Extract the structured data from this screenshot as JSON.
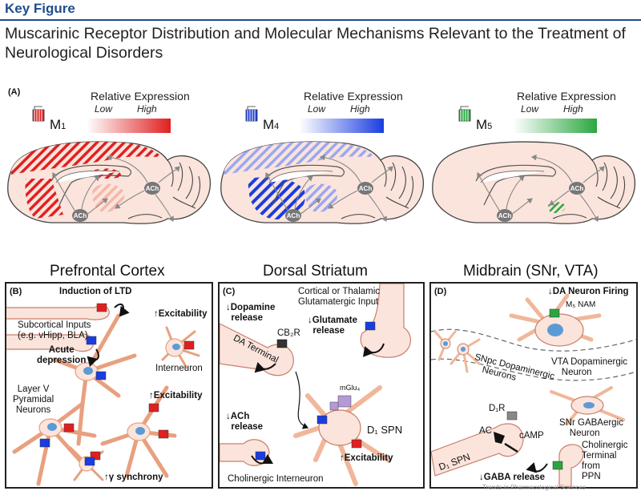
{
  "header": {
    "label": "Key Figure",
    "title": "Muscarinic Receptor Distribution and Molecular Mechanisms Relevant to the Treatment of Neurological Disorders"
  },
  "panel_a": {
    "label": "(A)",
    "panels": [
      {
        "receptor_main": "M",
        "receptor_sub": "1",
        "color": "#e02020",
        "expression_title": "Relative Expression",
        "low": "Low",
        "high": "High",
        "ach": "ACh"
      },
      {
        "receptor_main": "M",
        "receptor_sub": "4",
        "color": "#1a3de0",
        "expression_title": "Relative Expression",
        "low": "Low",
        "high": "High",
        "ach": "ACh"
      },
      {
        "receptor_main": "M",
        "receptor_sub": "5",
        "color": "#2aa640",
        "expression_title": "Relative Expression",
        "low": "Low",
        "high": "High",
        "ach": "ACh"
      }
    ]
  },
  "sections": {
    "prefrontal": "Prefrontal Cortex",
    "striatum": "Dorsal Striatum",
    "midbrain": "Midbrain (SNr, VTA)"
  },
  "panel_b": {
    "label": "(B)",
    "induction_ltd": "Induction of LTD",
    "subcortical_line1": "Subcortical Inputs",
    "subcortical_line2": "(e.g. vHipp, BLA)",
    "acute_line1": "Acute",
    "acute_line2": "depression",
    "excitability_top": "Excitability",
    "interneuron": "Interneuron",
    "layer_line1": "Layer V",
    "layer_line2": "Pyramidal",
    "layer_line3": "Neurons",
    "excitability_mid": "Excitability",
    "synchrony": "synchrony"
  },
  "panel_c": {
    "label": "(C)",
    "input_line1": "Cortical or Thalamic",
    "input_line2": "Glutamatergic Input",
    "dopamine_line1": "Dopamine",
    "dopamine_line2": "release",
    "cb2r": "CB₂R",
    "glutamate_line1": "Glutamate",
    "glutamate_line2": "release",
    "da_terminal": "DA Terminal",
    "mglu": "mGlu₄",
    "ach_line1": "ACh",
    "ach_line2": "release",
    "d1spn": "D₁ SPN",
    "excitability": "Excitability",
    "cholinergic": "Cholinergic Interneuron"
  },
  "panel_d": {
    "label": "(D)",
    "da_firing": "DA Neuron Firing",
    "m5nam": "M₅ NAM",
    "snpc_line1": "SNpc Dopaminergic",
    "snpc_line2": "Neurons",
    "vta_line1": "VTA Dopaminergic",
    "vta_line2": "Neuron",
    "snr_line1": "SNr GABAergic",
    "snr_line2": "Neuron",
    "d1r": "D₁R",
    "ac": "AC",
    "camp": "cAMP",
    "d1spn": "D₁ SPN",
    "chol_line1": "Cholinergic",
    "chol_line2": "Terminal from",
    "chol_line3": "PPN",
    "gaba": "GABA release"
  },
  "footer": {
    "credit": "Trends in Pharmacological Sciences"
  }
}
